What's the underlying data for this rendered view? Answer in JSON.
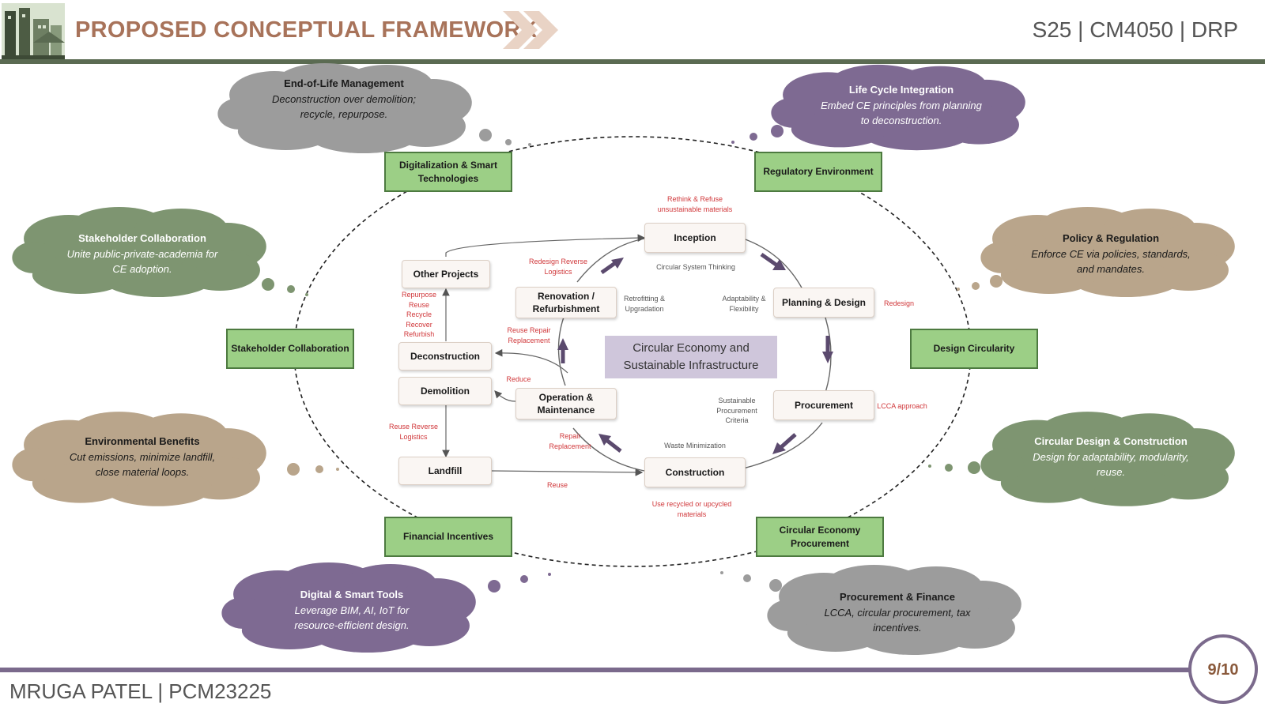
{
  "header": {
    "title": "PROPOSED CONCEPTUAL FRAMEWORK",
    "course": "S25 | CM4050 | DRP"
  },
  "footer": {
    "author": "MRUGA PATEL | PCM23225",
    "page": "9/10"
  },
  "pillars": {
    "digitalization": "Digitalization & Smart Technologies",
    "regulatory": "Regulatory Environment",
    "stakeholder": "Stakeholder Collaboration",
    "design": "Design Circularity",
    "financial": "Financial Incentives",
    "procurement": "Circular Economy Procurement"
  },
  "clouds": {
    "eol": {
      "title": "End-of-Life Management",
      "body": "Deconstruction over demolition; recycle, repurpose."
    },
    "lci": {
      "title": "Life Cycle Integration",
      "body": "Embed CE principles from planning to deconstruction."
    },
    "stake": {
      "title": "Stakeholder Collaboration",
      "body": "Unite public-private-academia for CE adoption."
    },
    "policy": {
      "title": "Policy & Regulation",
      "body": "Enforce CE via policies, standards, and mandates."
    },
    "env": {
      "title": "Environmental Benefits",
      "body": "Cut emissions, minimize landfill, close material loops."
    },
    "cdc": {
      "title": "Circular Design & Construction",
      "body": "Design for adaptability, modularity, reuse."
    },
    "digital": {
      "title": "Digital & Smart Tools",
      "body": "Leverage BIM, AI, IoT for resource-efficient design."
    },
    "pf": {
      "title": "Procurement & Finance",
      "body": "LCCA, circular procurement, tax incentives."
    }
  },
  "cycle": {
    "center": "Circular Economy and Sustainable Infrastructure",
    "inception": "Inception",
    "planning": "Planning & Design",
    "procurement": "Procurement",
    "construction": "Construction",
    "operation": "Operation & Maintenance",
    "renovation": "Renovation / Refurbishment",
    "other": "Other Projects",
    "deconstruction": "Deconstruction",
    "demolition": "Demolition",
    "landfill": "Landfill"
  },
  "labels": {
    "rethink": "Rethink & Refuse unsustainable materials",
    "redesign_rl": "Redesign Reverse Logistics",
    "circular_thinking": "Circular System Thinking",
    "retrofit": "Retrofitting & Upgradation",
    "adapt": "Adaptability & Flexibility",
    "redesign": "Redesign",
    "spc": "Sustainable Procurement Criteria",
    "lcca": "LCCA approach",
    "waste": "Waste Minimization",
    "recycled": "Use recycled or upcycled materials",
    "repurpose": "Repurpose Reuse Recycle Recover Refurbish",
    "rrr": "Reuse Repair Replacement",
    "reduce": "Reduce",
    "reuse_rl": "Reuse Reverse Logistics",
    "repair_rep": "Repair Replacement",
    "reuse": "Reuse"
  },
  "colors": {
    "green": "#9ccf86",
    "purple": "#7e6a92",
    "gray": "#9c9c9c",
    "olive": "#7e9571",
    "tan": "#b9a58b",
    "accent": "#a8735a"
  }
}
